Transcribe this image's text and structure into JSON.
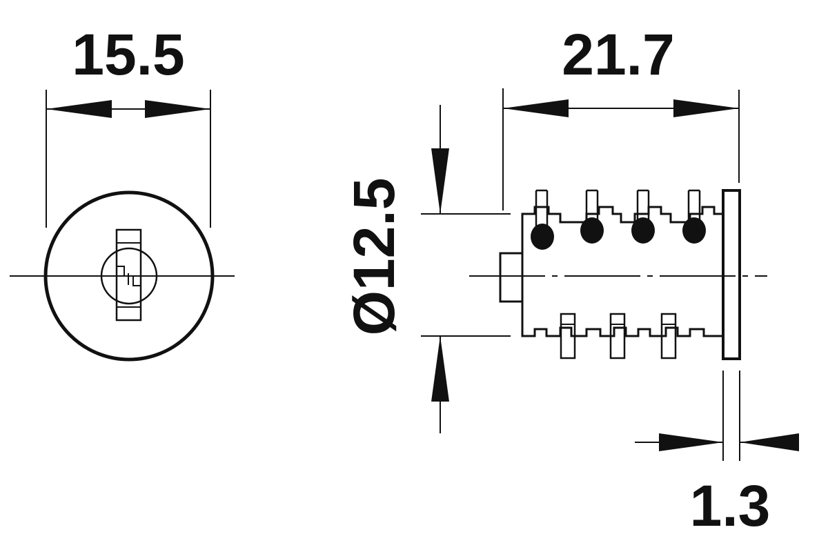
{
  "dimensions": {
    "front_width": "15.5",
    "body_length": "21.7",
    "diameter": "Ø12.5",
    "flange_thickness": "1.3"
  },
  "colors": {
    "line": "#111111",
    "background": "#ffffff"
  }
}
